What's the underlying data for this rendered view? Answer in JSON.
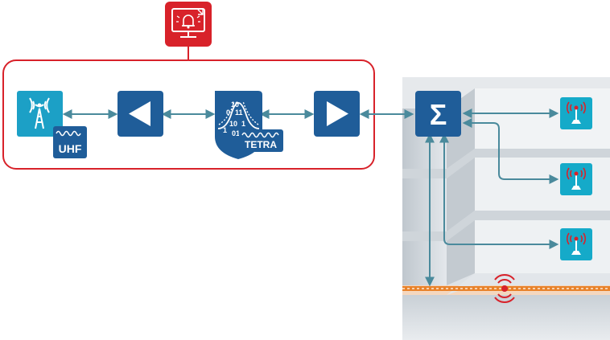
{
  "diagram": {
    "labels": {
      "uhf": "UHF",
      "tetra": "TETRA",
      "sum": "Σ",
      "bits": [
        "10",
        "0",
        "11",
        "10",
        "1",
        "01",
        "1"
      ]
    },
    "icons": {
      "alarm_monitor": "alarm-monitor-icon",
      "antenna": "radio-antenna-icon",
      "amplifier_left": "amplifier-left-icon",
      "digital_signal": "digital-signal-icon",
      "amplifier_right": "amplifier-right-icon",
      "combiner": "sigma-combiner-icon",
      "indoor_antenna": "ceiling-antenna-icon",
      "leaky_cable": "leaky-feeder-cable-icon"
    },
    "colors": {
      "accent_red": "#d8222a",
      "primary_blue": "#1f5d99",
      "light_blue": "#1ca0c6",
      "tile_blue": "#15aac9",
      "connector_teal": "#4a8a9c",
      "cable_orange": "#e8822a",
      "building_grey": "#d8dde2"
    }
  }
}
